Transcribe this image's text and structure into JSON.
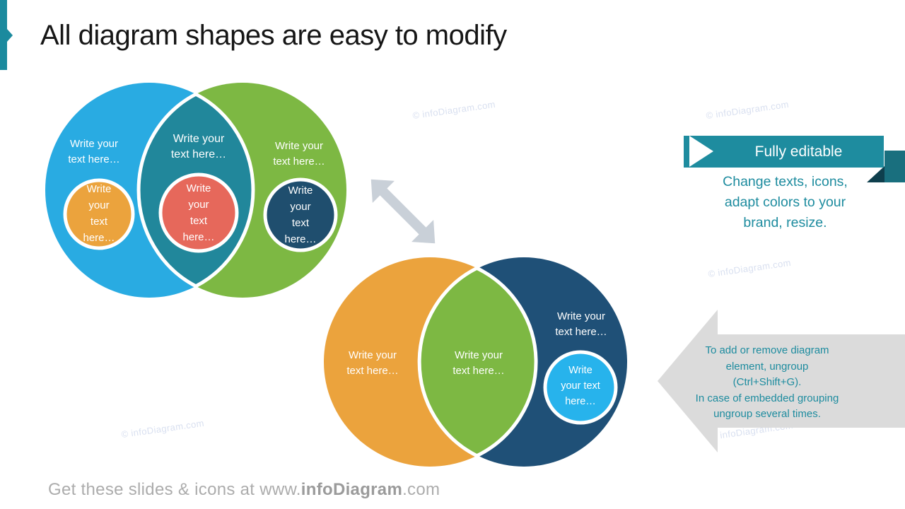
{
  "title": "All diagram shapes are easy to modify",
  "watermark": "© infoDiagram.com",
  "venn1": {
    "left": [
      "Write your",
      "text here…"
    ],
    "middle": [
      "Write your",
      "text here…"
    ],
    "right": [
      "Write your",
      "text here…"
    ],
    "small_left": [
      "Write",
      "your",
      "text",
      "here…"
    ],
    "small_middle": [
      "Write",
      "your",
      "text",
      "here…"
    ],
    "small_right": [
      "Write",
      "your",
      "text",
      "here…"
    ]
  },
  "venn2": {
    "left": [
      "Write your",
      "text here…"
    ],
    "middle": [
      "Write your",
      "text here…"
    ],
    "right": [
      "Write your",
      "text here…"
    ],
    "small_right": [
      "Write",
      "your text",
      "here…"
    ]
  },
  "ribbon": {
    "title": "Fully editable",
    "caption": "Change texts, icons, adapt colors to your brand, resize."
  },
  "note": {
    "lines": [
      "To add or remove diagram",
      "element, ungroup",
      "(Ctrl+Shift+G).",
      "In case of embedded grouping",
      "ungroup several times."
    ]
  },
  "footer": {
    "prefix": "Get these slides & icons at www.",
    "brand": "infoDiagram",
    "suffix": ".com"
  },
  "colors": {
    "cyan": "#29ABE2",
    "green": "#7DB843",
    "teal_lens": "#21879B",
    "orange": "#EBA33D",
    "red": "#E6685B",
    "navy_small": "#1F4E6E",
    "navy_big": "#1F5077",
    "bright_cyan": "#27B3EC",
    "ribbon_teal": "#1E8C9F",
    "ribbon_fold": "#196F7E",
    "ribbon_fold_dark": "#0E3F4D",
    "double_arrow_gray": "#C9D0D8",
    "note_arrow_gray": "#DBDBDB",
    "watermark": "#D9E0F0",
    "footer_gray": "#ACACAC"
  }
}
